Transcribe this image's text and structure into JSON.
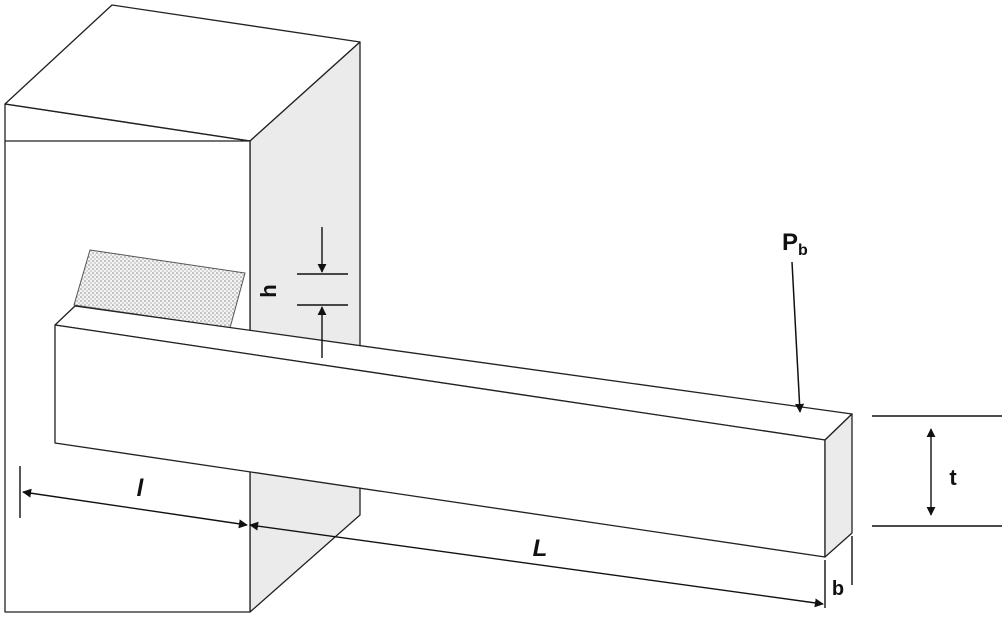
{
  "labels": {
    "h": "h",
    "P": "P",
    "P_sub": "b",
    "l": "l",
    "L": "L",
    "t": "t",
    "b": "b"
  },
  "colors": {
    "line": "#222222",
    "side_face": "#ebebeb",
    "face": "#ffffff",
    "weld_hatch": "#9a9a9a"
  }
}
